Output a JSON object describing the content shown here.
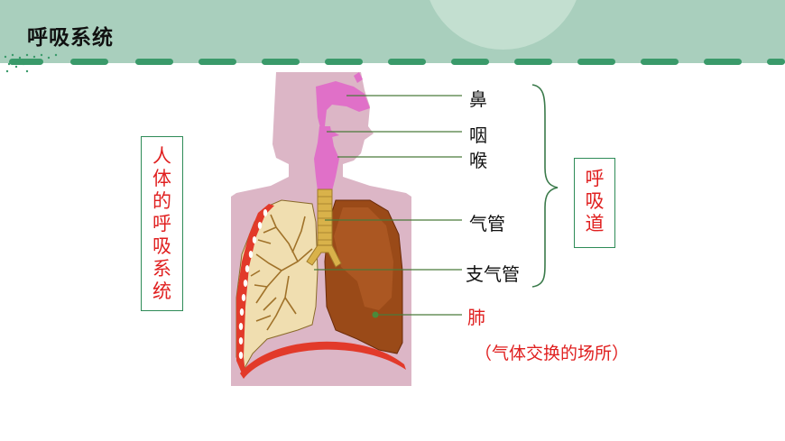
{
  "header": {
    "title": "呼吸系统"
  },
  "colors": {
    "header_bg": "#a9cfbd",
    "dash": "#3a9a6a",
    "accent_red": "#e02020",
    "box_border": "#2e8b57",
    "body_silhouette": "#dcb6c6",
    "airway": "#e070c8",
    "lung_left": "#f0deb0",
    "lung_right": "#9a4a18"
  },
  "diagram": {
    "labels": {
      "nose": "鼻",
      "pharynx": "咽",
      "larynx": "喉",
      "trachea": "气管",
      "bronchi": "支气管",
      "lung": "肺"
    },
    "side_box": "人体的呼吸系统",
    "group_box": "呼吸道",
    "note": "（气体交换的场所）"
  }
}
